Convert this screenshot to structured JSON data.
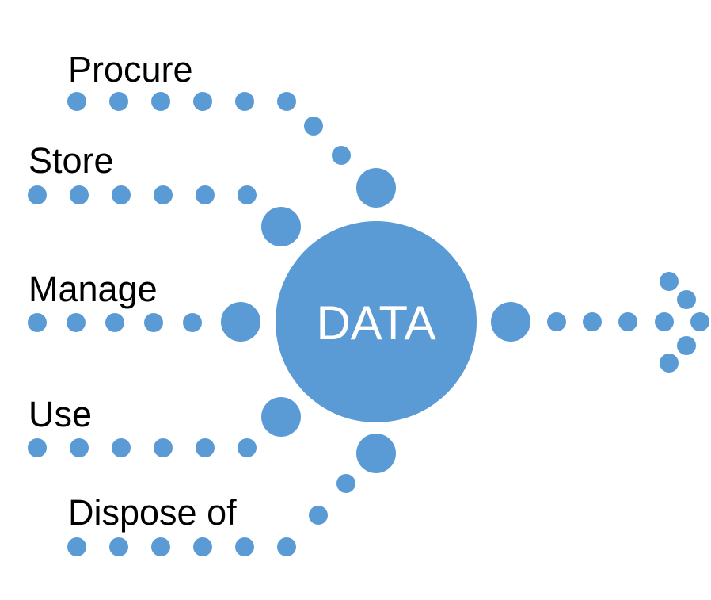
{
  "diagram": {
    "center_label": "DATA",
    "stages": [
      {
        "id": "procure",
        "label": "Procure"
      },
      {
        "id": "store",
        "label": "Store"
      },
      {
        "id": "manage",
        "label": "Manage"
      },
      {
        "id": "use",
        "label": "Use"
      },
      {
        "id": "dispose",
        "label": "Dispose of"
      }
    ]
  },
  "colors": {
    "dot": "#5b9bd5",
    "center_text": "#ffffff",
    "label_text": "#000000"
  }
}
